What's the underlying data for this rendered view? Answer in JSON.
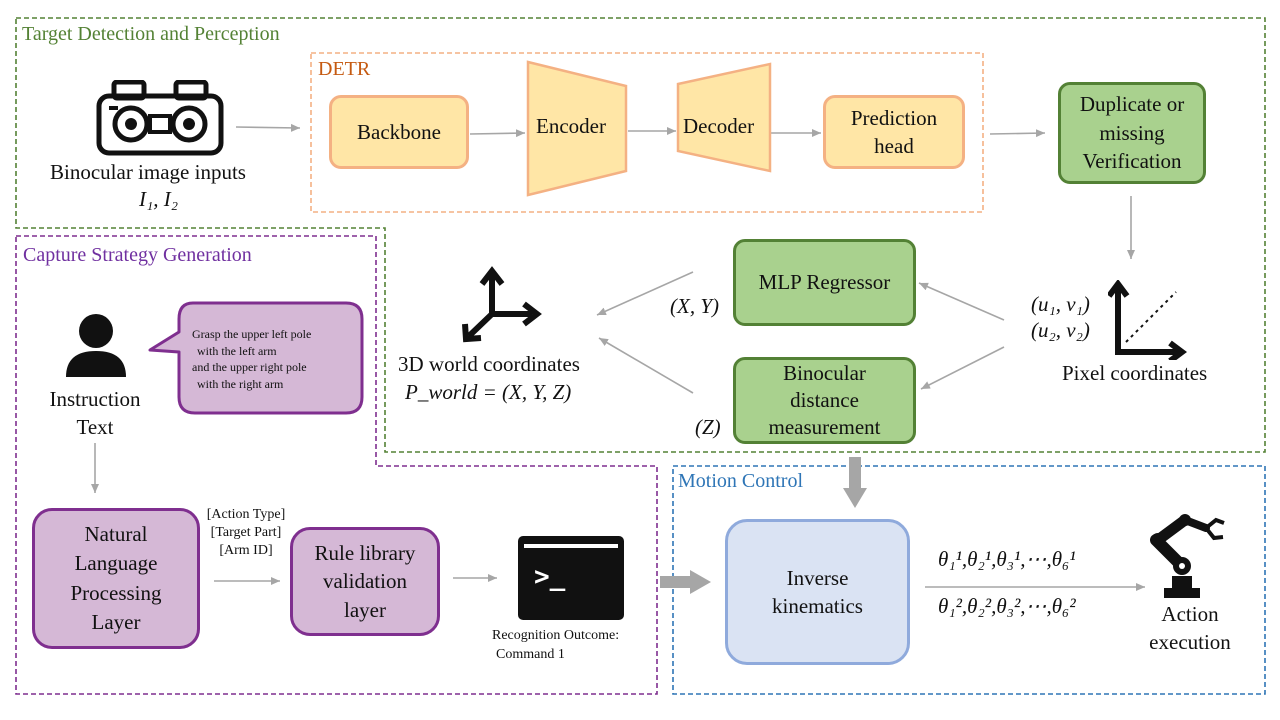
{
  "regions": {
    "detection": "Target Detection and Perception",
    "detr": "DETR",
    "capture": "Capture Strategy Generation",
    "motion": "Motion Control"
  },
  "detr_blocks": {
    "backbone": "Backbone",
    "encoder": "Encoder",
    "decoder": "Decoder",
    "prediction": "Prediction head"
  },
  "inputs": {
    "label": "Binocular image inputs",
    "symbols": "I₁, I₂"
  },
  "verification": "Duplicate or missing Verification",
  "perception": {
    "mlp": "MLP Regressor",
    "binocular": "Binocular distance measurement",
    "pixel_label": "Pixel coordinates",
    "pixel_uv1": "(u₁, v₁)",
    "pixel_uv2": "(u₂, v₂)",
    "xy_label": "(X, Y)",
    "z_label": "(Z)",
    "world_label": "3D world coordinates",
    "world_formula": "P_world = (X, Y, Z)"
  },
  "capture": {
    "instruction_label": "Instruction Text",
    "speech_line1": "Grasp the upper left pole",
    "speech_line2": "with the left arm",
    "speech_line3": "and the upper right pole",
    "speech_line4": "with the right arm",
    "nlp": "Natural Language Processing Layer",
    "tags": [
      "[Action Type]",
      "[Target Part]",
      "[Arm ID]"
    ],
    "rule": "Rule library validation layer",
    "outcome_line1": "Recognition Outcome:",
    "outcome_line2": "Command 1",
    "terminal_prompt": ">_"
  },
  "motion": {
    "ik": "Inverse kinematics",
    "theta_row1": "θ₁¹,θ₂¹,θ₃¹,⋯,θ₆¹",
    "theta_row2": "θ₁²,θ₂²,θ₃²,⋯,θ₆²",
    "action_label": "Action execution"
  },
  "colors": {
    "detection_border": "#548235",
    "detr_border": "#f4b183",
    "capture_border": "#7f2f8f",
    "motion_border": "#2e75b6",
    "detection_title": "#548235",
    "detr_title": "#c55a11",
    "capture_title": "#7030a0",
    "motion_title": "#2e75b6"
  }
}
